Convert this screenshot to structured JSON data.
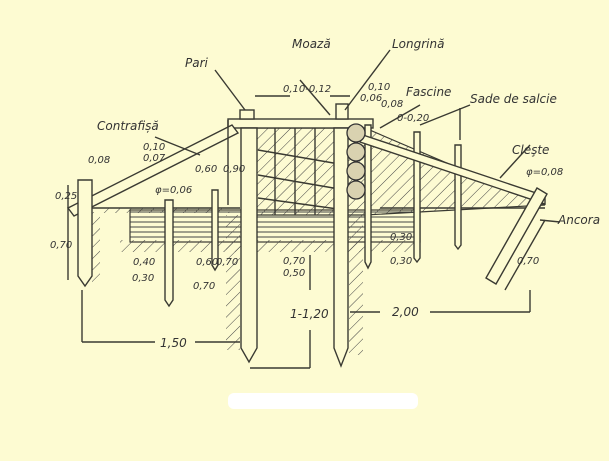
{
  "labels": {
    "moaza": "Moază",
    "longrina": "Longrină",
    "pari": "Pari",
    "fascine": "Fascine",
    "sade": "Sade de salcie",
    "contrafisa": "Contrafișă",
    "cleste": "Cleşte",
    "ancora": "Ancora",
    "phi_cleste": "φ=0,08",
    "phi_pari": "φ=0,06"
  },
  "dimensions": {
    "moaza_gap": "0,10-0,12",
    "longrina_10": "0,10",
    "longrina_06": "0,06",
    "longrina_08": "0,08",
    "fascine_thk": "0-0,20",
    "contra_10": "0,10",
    "contra_07": "0,07",
    "stake_08": "0,08",
    "stake_25": "0,25",
    "stake_70": "0,70",
    "h_60": "0,60",
    "h_90": "0,90",
    "d_40": "0,40",
    "d_30": "0,30",
    "d_60": "0,60",
    "d_70a": "0,70",
    "d_70b": "0,70",
    "d_70c": "0,70",
    "d_50": "0,50",
    "d_30b": "0,30",
    "d_30c": "0,30",
    "span_150": "1,50",
    "depth_1_120": "1-1,20",
    "span_200": "2,00",
    "anchor_70": "0,70"
  }
}
